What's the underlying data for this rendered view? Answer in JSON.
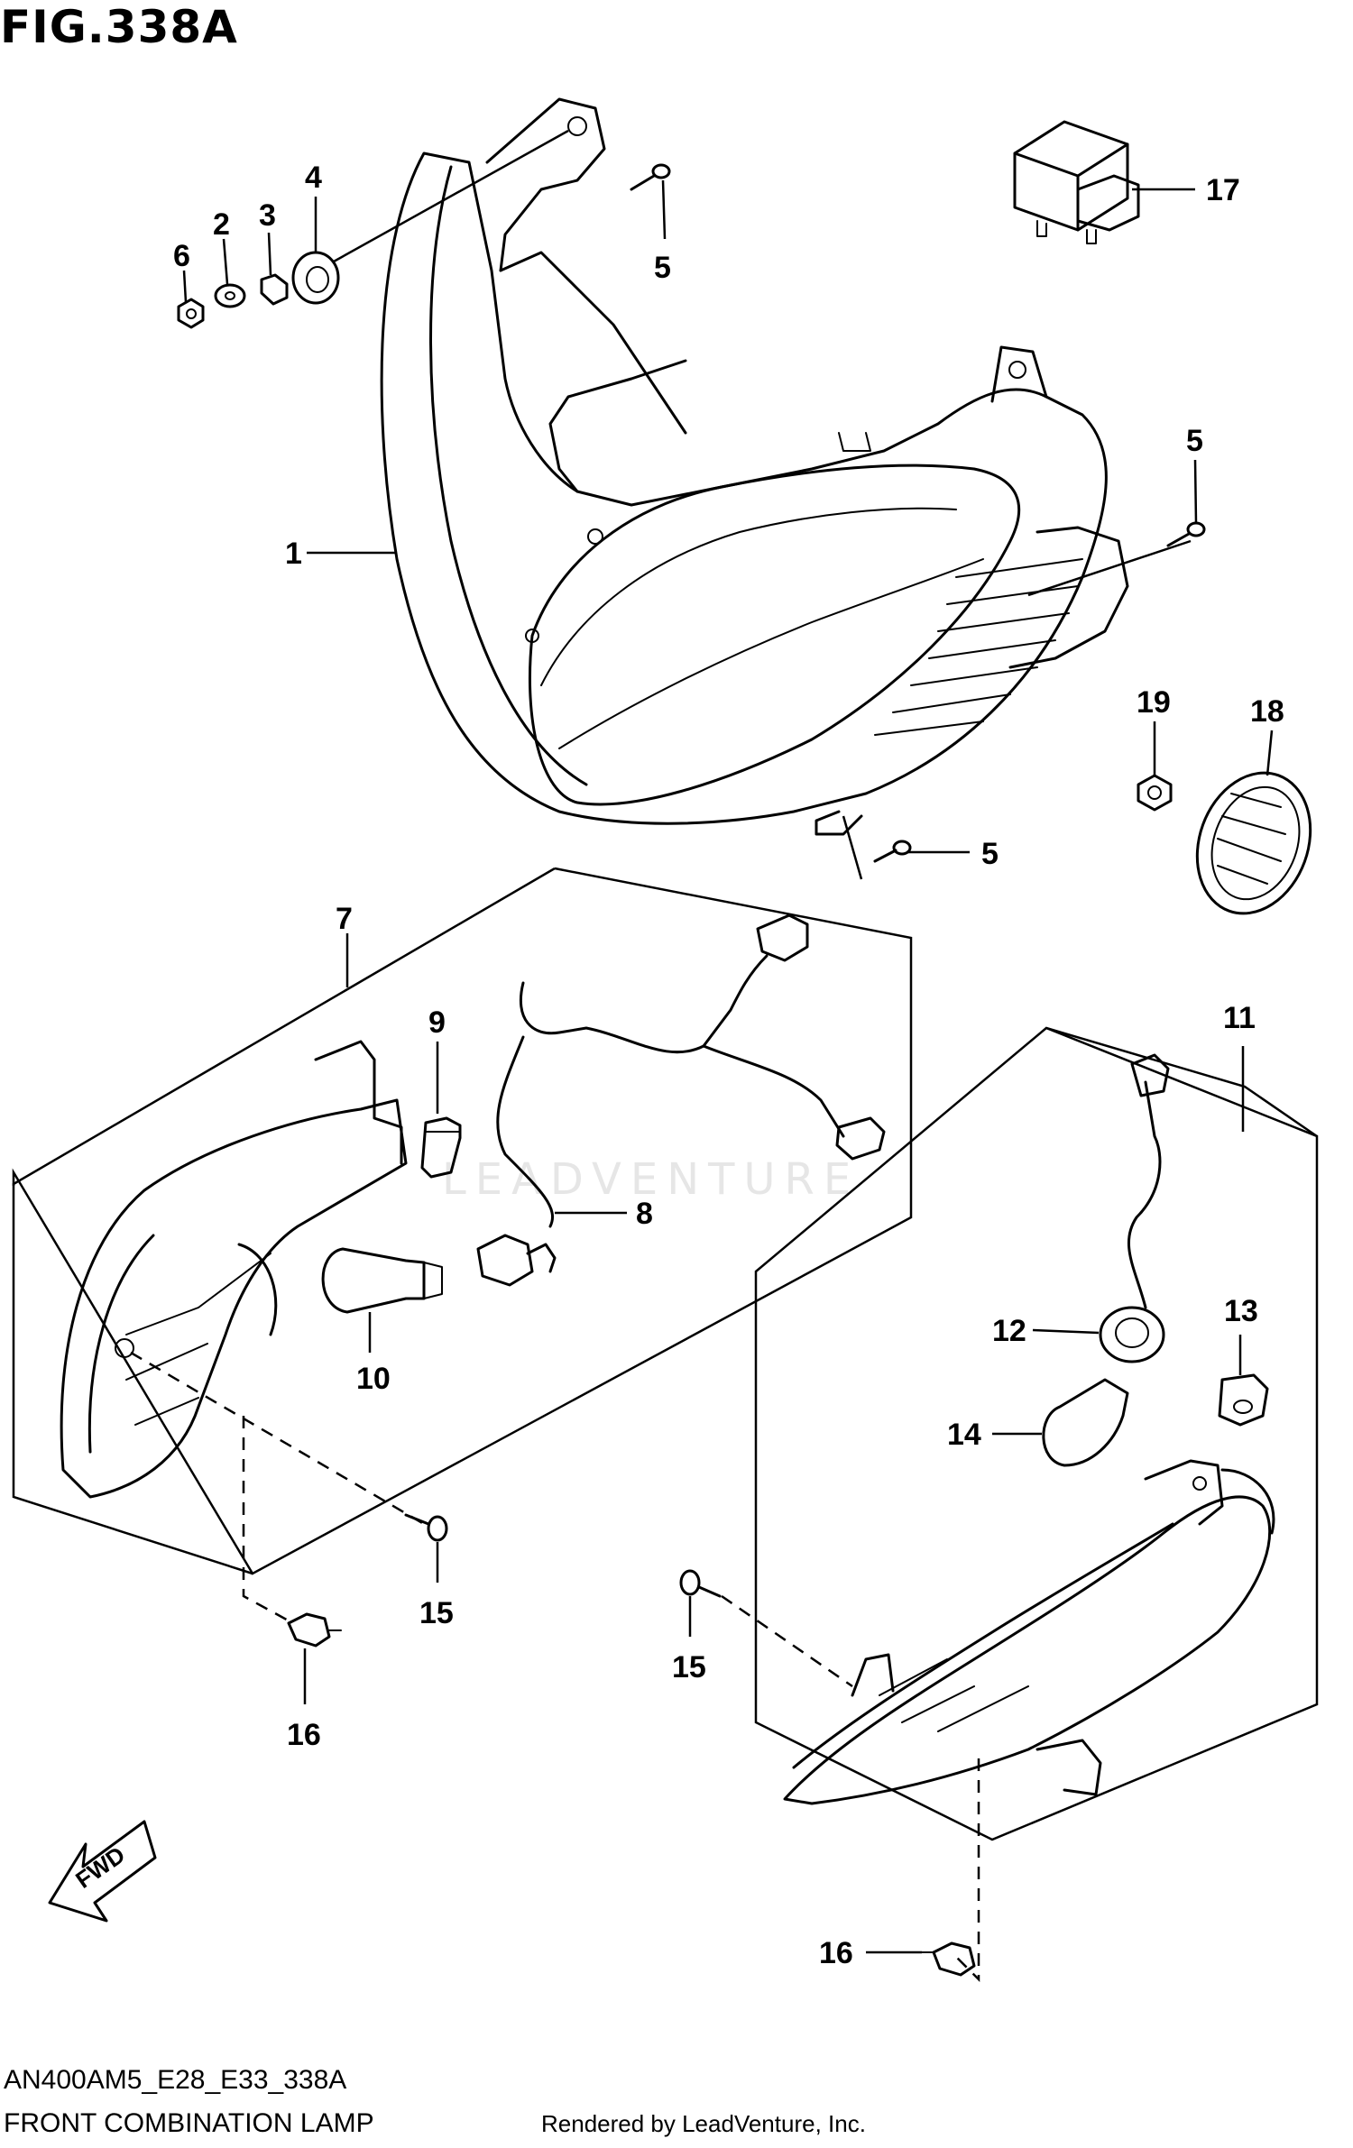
{
  "figure": {
    "title": "FIG.338A",
    "watermark": "LEADVENTURE",
    "fwd_label": "FWD"
  },
  "callouts": {
    "c1": "1",
    "c2": "2",
    "c3": "3",
    "c4": "4",
    "c5a": "5",
    "c5b": "5",
    "c5c": "5",
    "c6": "6",
    "c7": "7",
    "c8": "8",
    "c9": "9",
    "c10": "10",
    "c11": "11",
    "c12": "12",
    "c13": "13",
    "c14": "14",
    "c15a": "15",
    "c15b": "15",
    "c16a": "16",
    "c16b": "16",
    "c17": "17",
    "c18": "18",
    "c19": "19"
  },
  "footer": {
    "model_code": "AN400AM5_E28_E33_338A",
    "section_name": "FRONT COMBINATION LAMP",
    "rendered_by": "Rendered by LeadVenture, Inc."
  }
}
